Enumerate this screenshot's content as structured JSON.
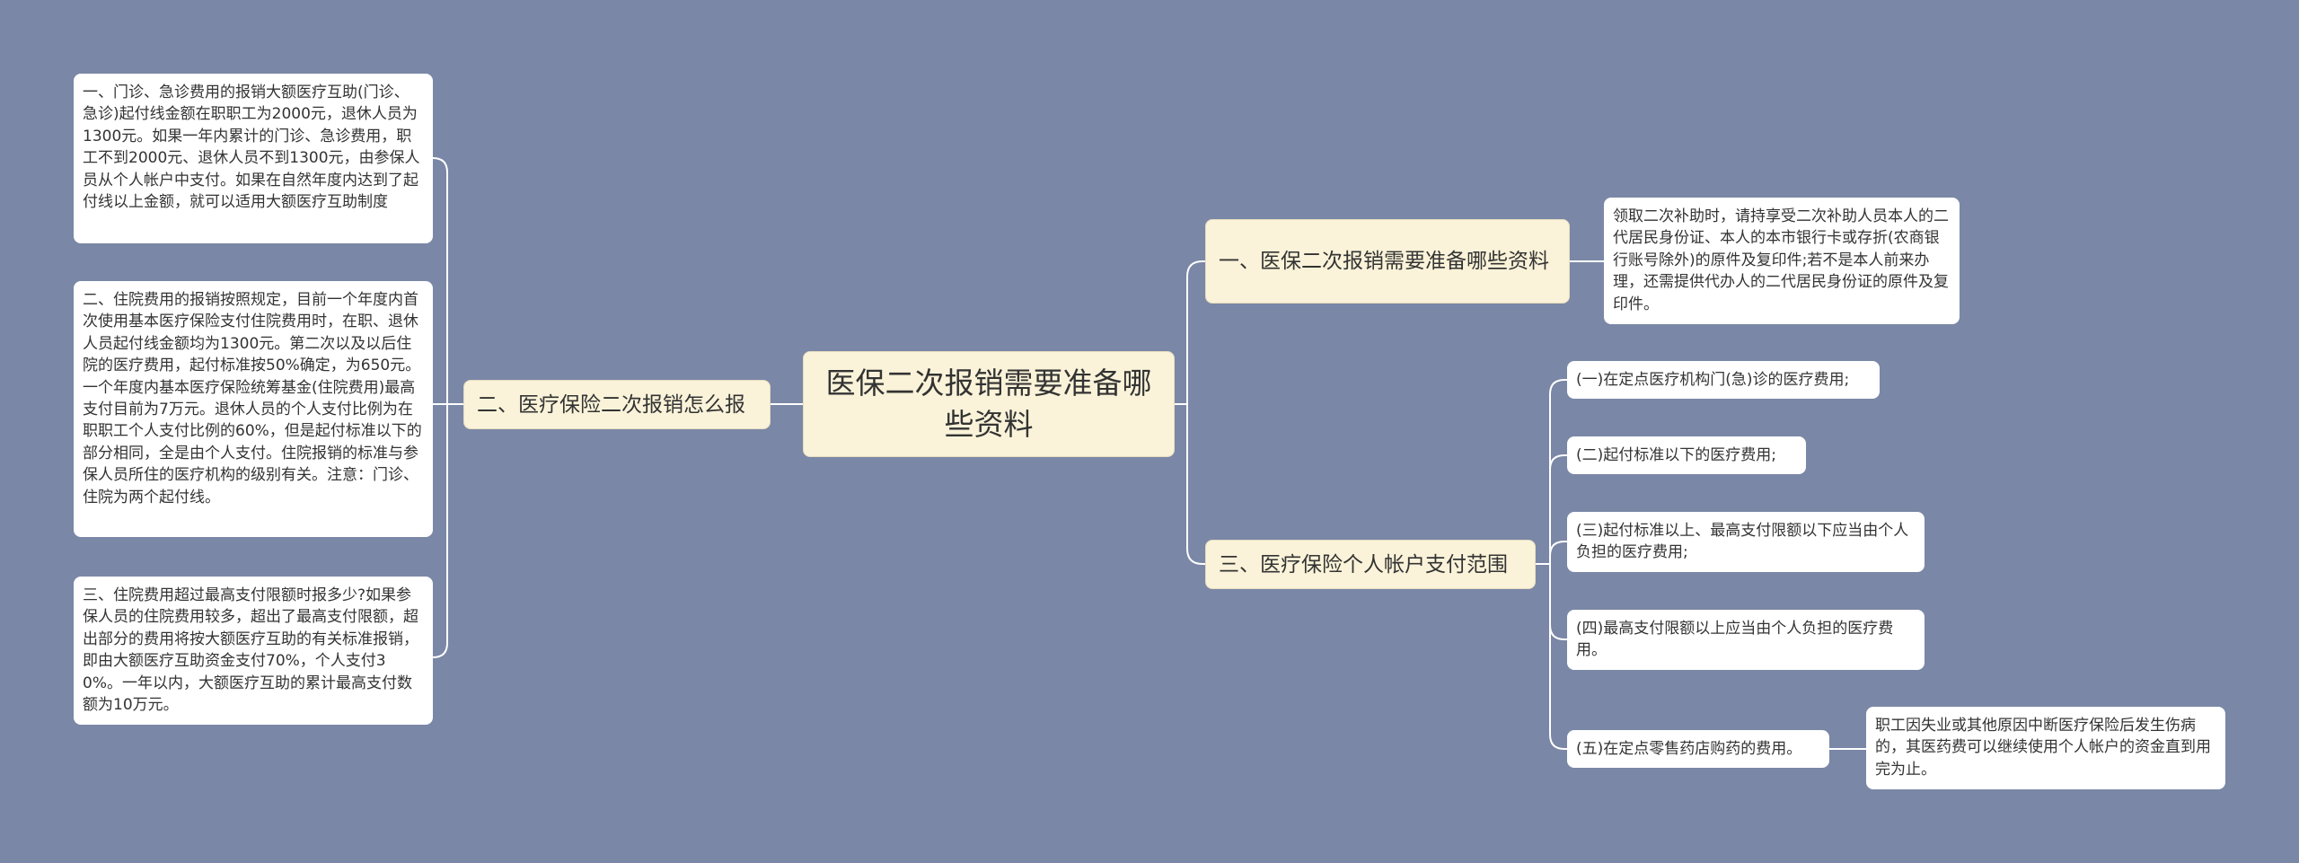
{
  "root": {
    "title": "医保二次报销需要准备哪些资料"
  },
  "branches": {
    "b1": {
      "label": "一、医保二次报销需要准备哪些资料"
    },
    "b2": {
      "label": "二、医疗保险二次报销怎么报"
    },
    "b3": {
      "label": "三、医疗保险个人帐户支付范围"
    }
  },
  "leaves": {
    "b1_detail": "领取二次补助时，请持享受二次补助人员本人的二代居民身份证、本人的本市银行卡或存折(农商银行账号除外)的原件及复印件;若不是本人前来办理，还需提供代办人的二代居民身份证的原件及复印件。",
    "b2_items": [
      "一、门诊、急诊费用的报销大额医疗互助(门诊、急诊)起付线金额在职职工为2000元，退休人员为1300元。如果一年内累计的门诊、急诊费用，职工不到2000元、退休人员不到1300元，由参保人员从个人帐户中支付。如果在自然年度内达到了起付线以上金额，就可以适用大额医疗互助制度",
      "二、住院费用的报销按照规定，目前一个年度内首次使用基本医疗保险支付住院费用时，在职、退休人员起付线金额均为1300元。第二次以及以后住院的医疗费用，起付标准按50%确定，为650元。一个年度内基本医疗保险统筹基金(住院费用)最高支付目前为7万元。退休人员的个人支付比例为在职职工个人支付比例的60%，但是起付标准以下的部分相同，全是由个人支付。住院报销的标准与参保人员所住的医疗机构的级别有关。注意：门诊、住院为两个起付线。",
      "三、住院费用超过最高支付限额时报多少?如果参保人员的住院费用较多，超出了最高支付限额，超出部分的费用将按大额医疗互助的有关标准报销，即由大额医疗互助资金支付70%，个人支付30%。一年以内，大额医疗互助的累计最高支付数额为10万元。"
    ],
    "b3_items": [
      "(一)在定点医疗机构门(急)诊的医疗费用;",
      "(二)起付标准以下的医疗费用;",
      "(三)起付标准以上、最高支付限额以下应当由个人负担的医疗费用;",
      "(四)最高支付限额以上应当由个人负担的医疗费用。",
      "(五)在定点零售药店购药的费用。"
    ],
    "b3_5_detail": "职工因失业或其他原因中断医疗保险后发生伤病的，其医药费可以继续使用个人帐户的资金直到用完为止。"
  },
  "colors": {
    "background": "#7a87a6",
    "root_fill": "#faf3d9",
    "branch_fill": "#faf3d9",
    "leaf_fill": "#ffffff",
    "connector": "#ffffff"
  }
}
